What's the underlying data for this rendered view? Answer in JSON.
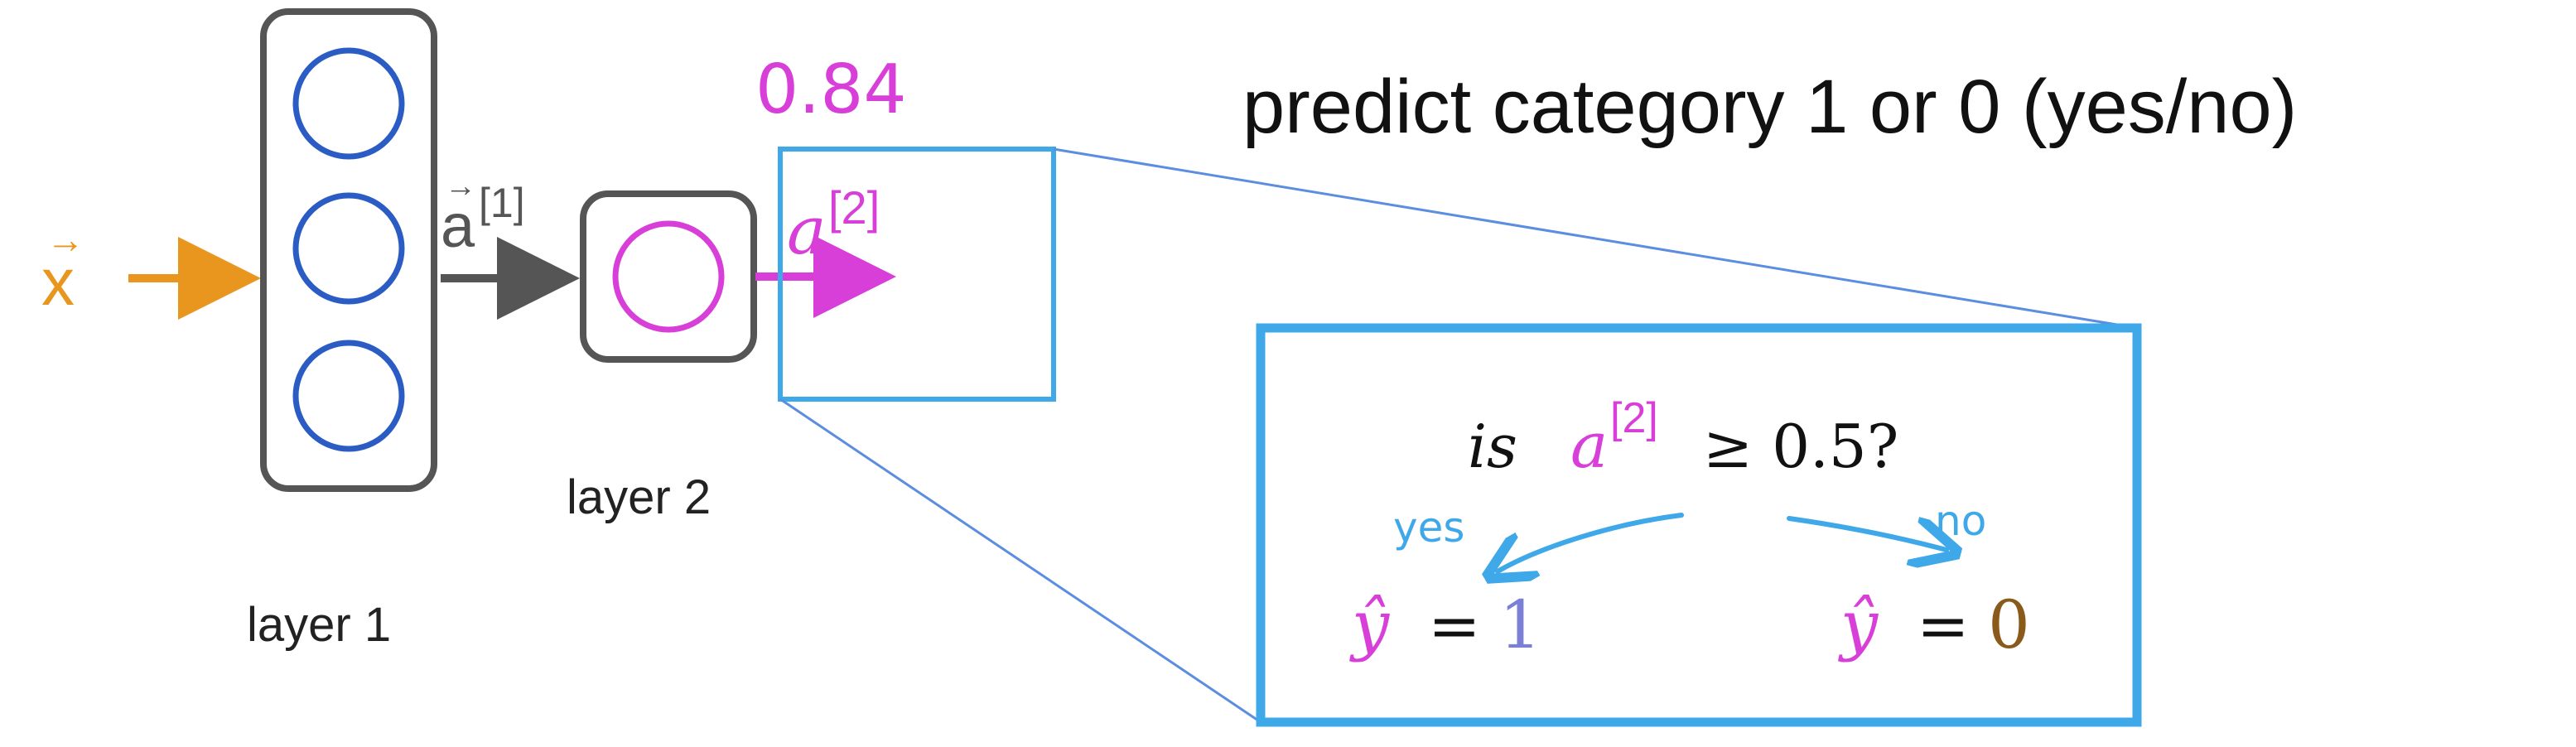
{
  "title": "predict category 1 or 0 (yes/no)",
  "input": {
    "vector": "x",
    "vector_arrow": "→"
  },
  "layer1": {
    "label": "layer 1",
    "output_name": "a",
    "output_superscript": "[1]",
    "output_arrow": "→"
  },
  "layer2": {
    "label": "layer 2",
    "output_name": "a",
    "output_superscript": "[2]",
    "annotated_value": "0.84"
  },
  "threshold": {
    "prefix": "is",
    "var": "a",
    "superscript": "[2]",
    "rest": "≥ 0.5?"
  },
  "branches": {
    "yes_label": "yes",
    "no_label": "no",
    "yes_result_var": "ŷ",
    "yes_result_eq": "=",
    "yes_result_value": "1",
    "no_result_var": "ŷ",
    "no_result_eq": "=",
    "no_result_value": "0"
  },
  "colors": {
    "input": "#e8961e",
    "neuron_blue": "#2a5cc4",
    "magenta": "#d83fd8",
    "gray": "#555555",
    "box_blue": "#3ea8e8",
    "line_blue": "#5b8de0",
    "value_one": "#7b7fd6",
    "value_zero": "#8a5a1a"
  }
}
